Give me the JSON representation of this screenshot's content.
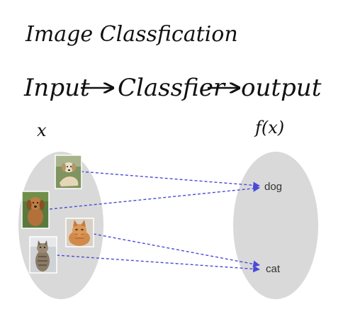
{
  "title": "Image Classfication",
  "flow": {
    "input_label": "Input",
    "classifier_label": "Classfier",
    "output_label": "output",
    "input_var": "x",
    "output_var": "f(x)"
  },
  "inputs": [
    {
      "name": "dog-photo-1",
      "subject": "dog"
    },
    {
      "name": "dog-photo-2",
      "subject": "dog"
    },
    {
      "name": "cat-photo-1",
      "subject": "cat"
    },
    {
      "name": "cat-photo-2",
      "subject": "cat"
    }
  ],
  "outputs": {
    "dog": "dog",
    "cat": "cat"
  },
  "colors": {
    "ellipse_fill": "#d9d9d9",
    "arrow": "#4a4ad8",
    "ink": "#111111",
    "label": "#333333"
  }
}
